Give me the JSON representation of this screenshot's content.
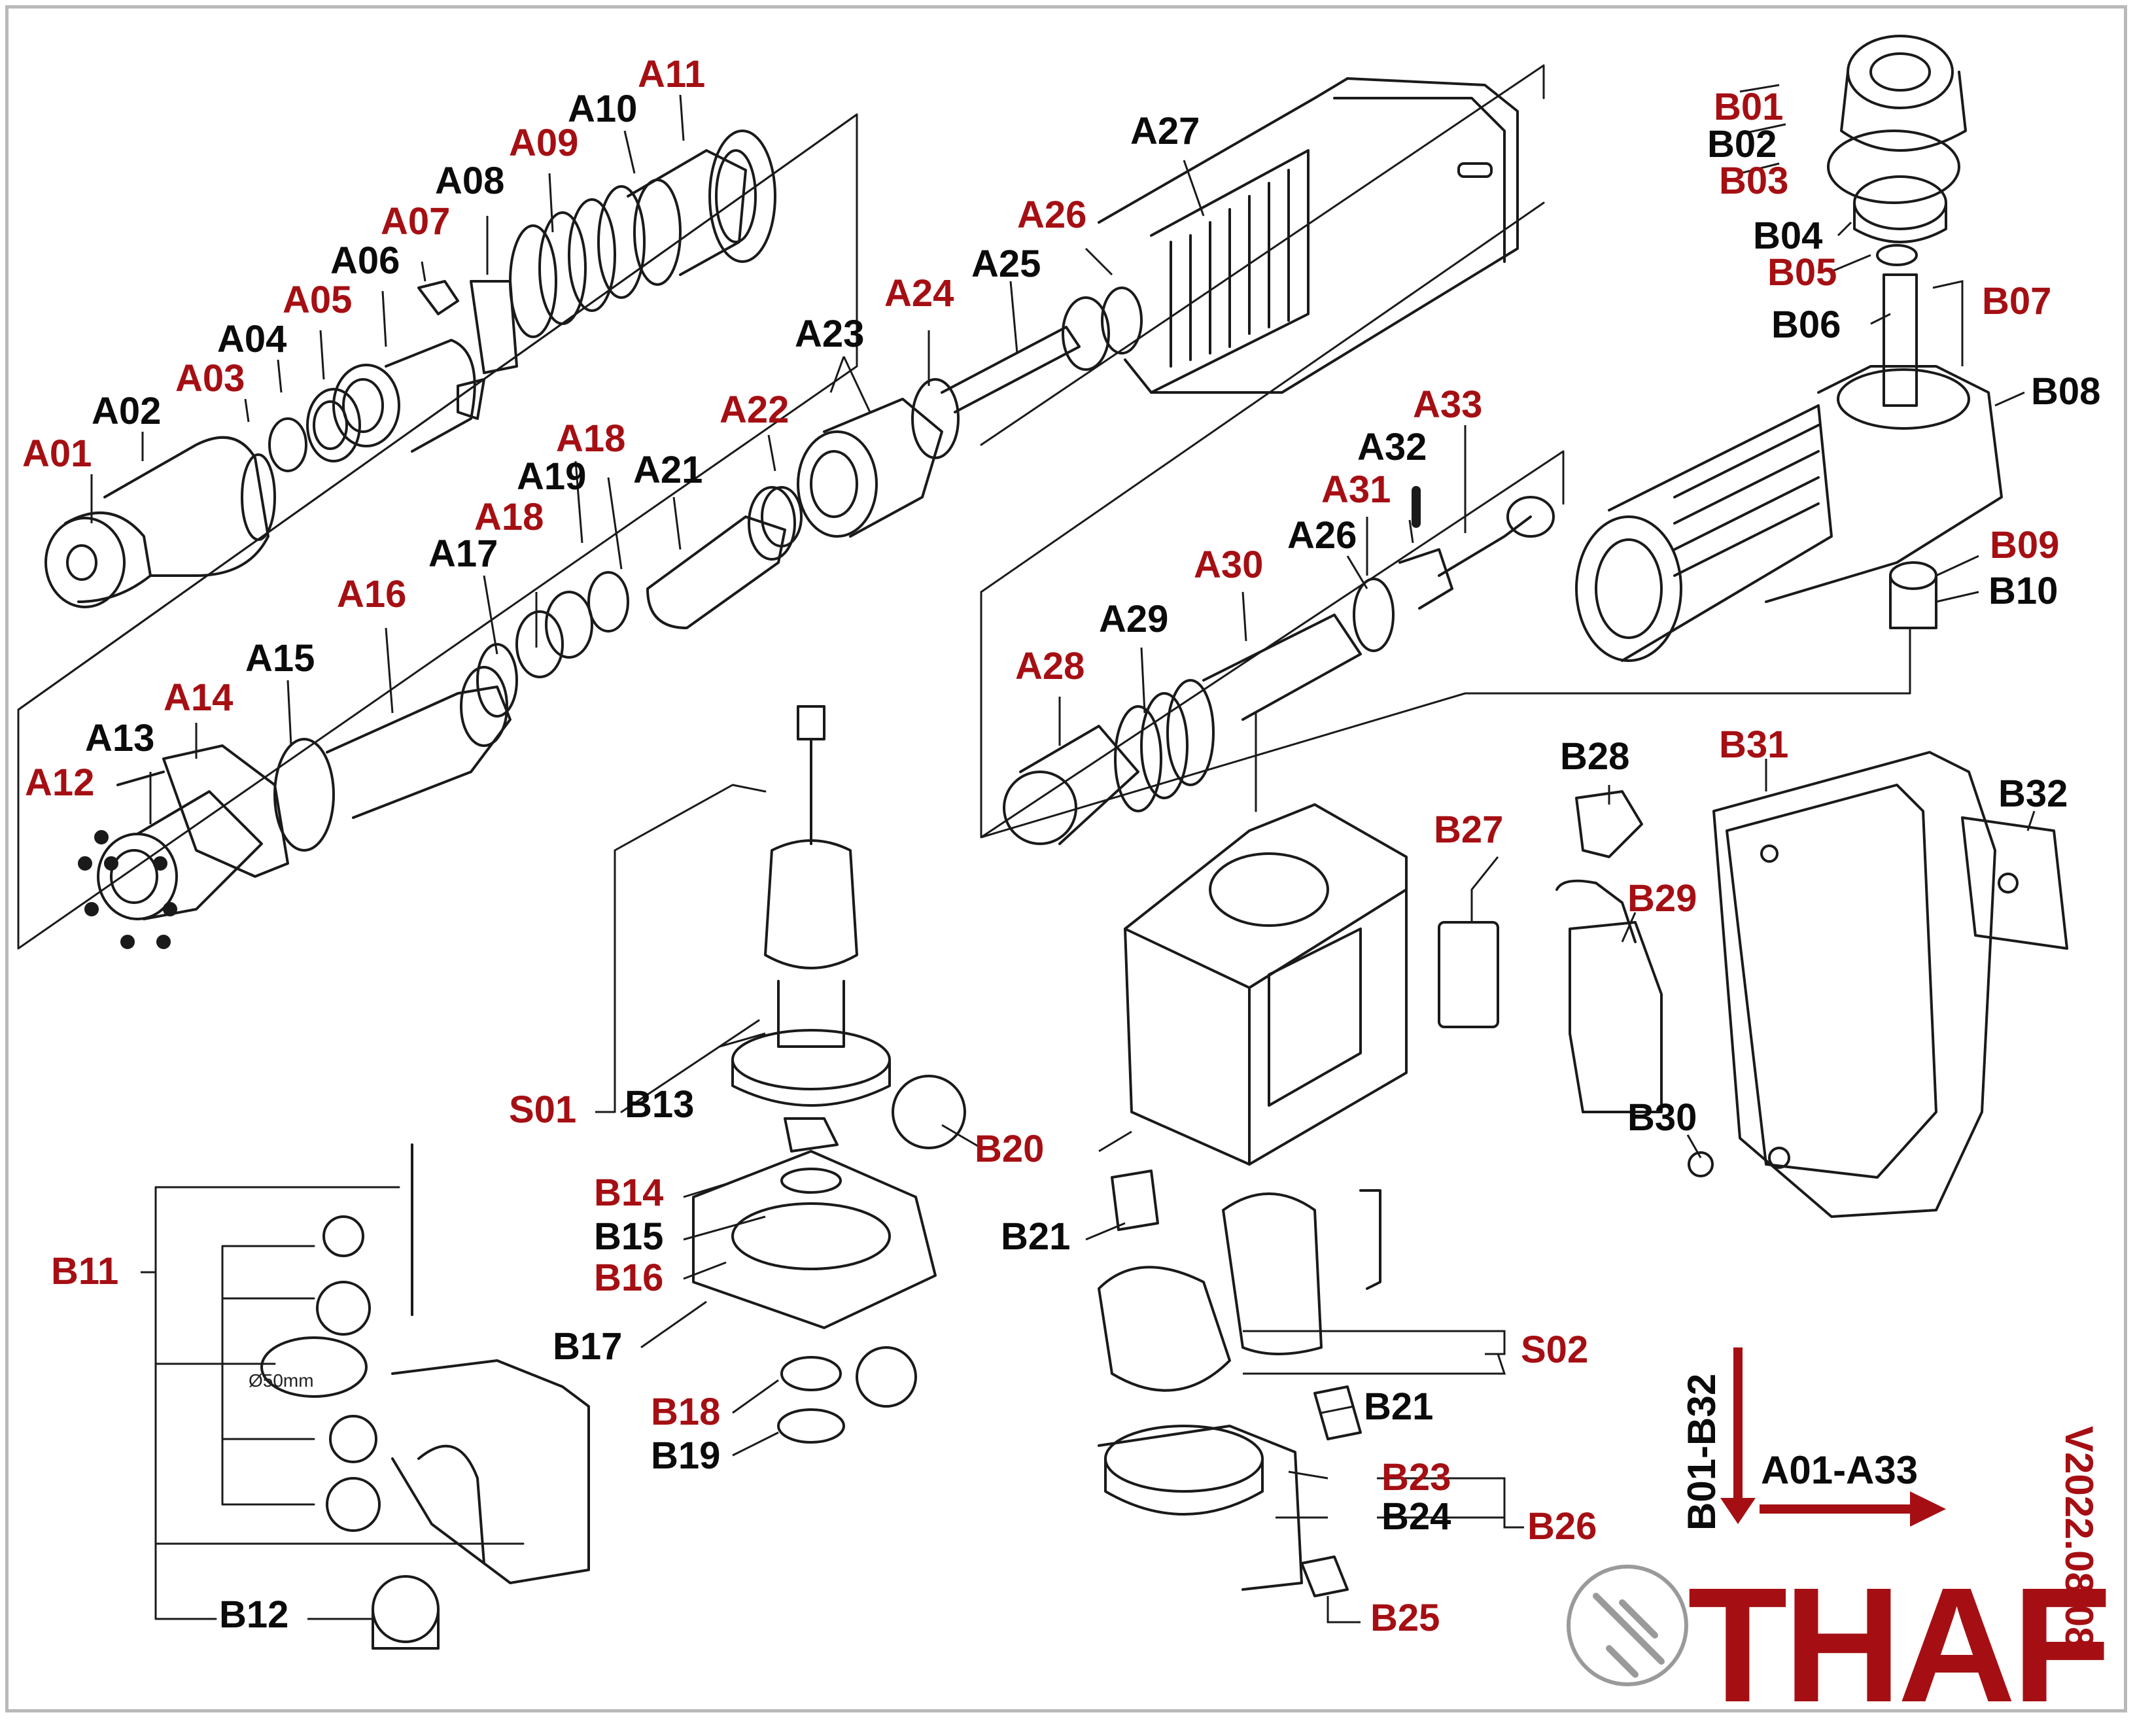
{
  "labels": {
    "A01": "A01",
    "A02": "A02",
    "A03": "A03",
    "A04": "A04",
    "A05": "A05",
    "A06": "A06",
    "A07": "A07",
    "A08": "A08",
    "A09": "A09",
    "A10": "A10",
    "A11": "A11",
    "A12": "A12",
    "A13": "A13",
    "A14": "A14",
    "A15": "A15",
    "A16": "A16",
    "A17": "A17",
    "A18": "A18",
    "A19": "A19",
    "A21": "A21",
    "A22": "A22",
    "A23": "A23",
    "A24": "A24",
    "A25": "A25",
    "A26": "A26",
    "A27": "A27",
    "A28": "A28",
    "A29": "A29",
    "A30": "A30",
    "A31": "A31",
    "A32": "A32",
    "A33": "A33",
    "B01": "B01",
    "B02": "B02",
    "B03": "B03",
    "B04": "B04",
    "B05": "B05",
    "B06": "B06",
    "B07": "B07",
    "B08": "B08",
    "B09": "B09",
    "B10": "B10",
    "B11": "B11",
    "B12": "B12",
    "B13": "B13",
    "B14": "B14",
    "B15": "B15",
    "B16": "B16",
    "B17": "B17",
    "B18": "B18",
    "B19": "B19",
    "B20": "B20",
    "B21": "B21",
    "B23": "B23",
    "B24": "B24",
    "B25": "B25",
    "B26": "B26",
    "B27": "B27",
    "B28": "B28",
    "B29": "B29",
    "B30": "B30",
    "B31": "B31",
    "B32": "B32",
    "S01": "S01",
    "S02": "S02"
  },
  "dimension_label": "Ø50mm",
  "navigation": {
    "vertical": "B01-B32",
    "horizontal": "A01-A33"
  },
  "brand": "THAF",
  "version": "V2022.08.08",
  "colors": {
    "highlight": "#a50f13",
    "text": "#0b0b0b",
    "line": "#1a1a1a",
    "frame": "#b9b9b9"
  }
}
